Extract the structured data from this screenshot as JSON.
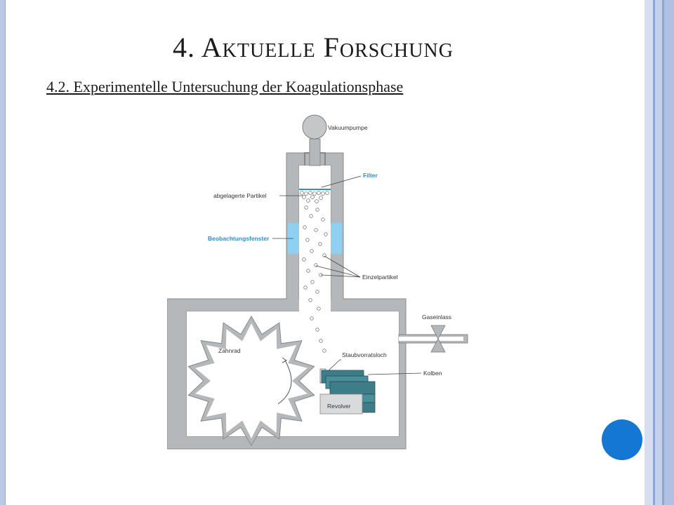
{
  "slide": {
    "title": "4. Aktuelle Forschung",
    "subtitle": "4.2. Experimentelle Untersuchung der Koagulationsphase"
  },
  "diagram": {
    "labels": {
      "vakuumpumpe": "Vakuumpumpe",
      "filter": "Filter",
      "abgelagerte_partikel": "abgelagerte Partikel",
      "beobachtungsfenster": "Beobachtungsfenster",
      "einzelpartikel": "Einzelpartikel",
      "gaseinlass": "Gaseinlass",
      "zahnrad": "Zahnrad",
      "staubvorratsloch": "Staubvorratsloch",
      "kolben": "Kolben",
      "revolver": "Revolver"
    }
  },
  "colors": {
    "accent_blue": "#1477d4",
    "frame_blue": "#b9c8e6",
    "window_blue": "#8fd0f0",
    "label_blue": "#2a8fd6",
    "chamber_gray": "#b5b8bb"
  }
}
